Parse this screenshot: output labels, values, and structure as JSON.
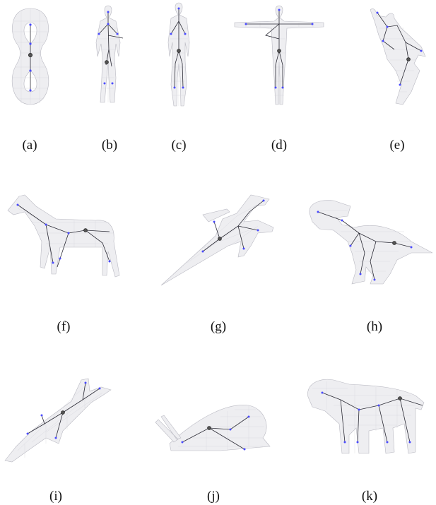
{
  "figure": {
    "panels": [
      {
        "id": "a",
        "caption": "(a)",
        "shape": "genus-2 figure-eight surface"
      },
      {
        "id": "b",
        "caption": "(b)",
        "shape": "standing human"
      },
      {
        "id": "c",
        "caption": "(c)",
        "shape": "standing human"
      },
      {
        "id": "d",
        "caption": "(d)",
        "shape": "human in T-pose"
      },
      {
        "id": "e",
        "caption": "(e)",
        "shape": "human in dynamic pose"
      },
      {
        "id": "f",
        "caption": "(f)",
        "shape": "horse"
      },
      {
        "id": "g",
        "caption": "(g)",
        "shape": "fighter jet"
      },
      {
        "id": "h",
        "caption": "(h)",
        "shape": "dinosaur"
      },
      {
        "id": "i",
        "caption": "(i)",
        "shape": "dolphin"
      },
      {
        "id": "j",
        "caption": "(j)",
        "shape": "snail"
      },
      {
        "id": "k",
        "caption": "(k)",
        "shape": "lion"
      }
    ],
    "colors": {
      "mesh_fill": "#eeeef1",
      "mesh_wire": "#b9b9c2",
      "skeleton_edge": "#2b2b35",
      "joint_node": "#4a4aff",
      "root_node": "#555555"
    }
  }
}
